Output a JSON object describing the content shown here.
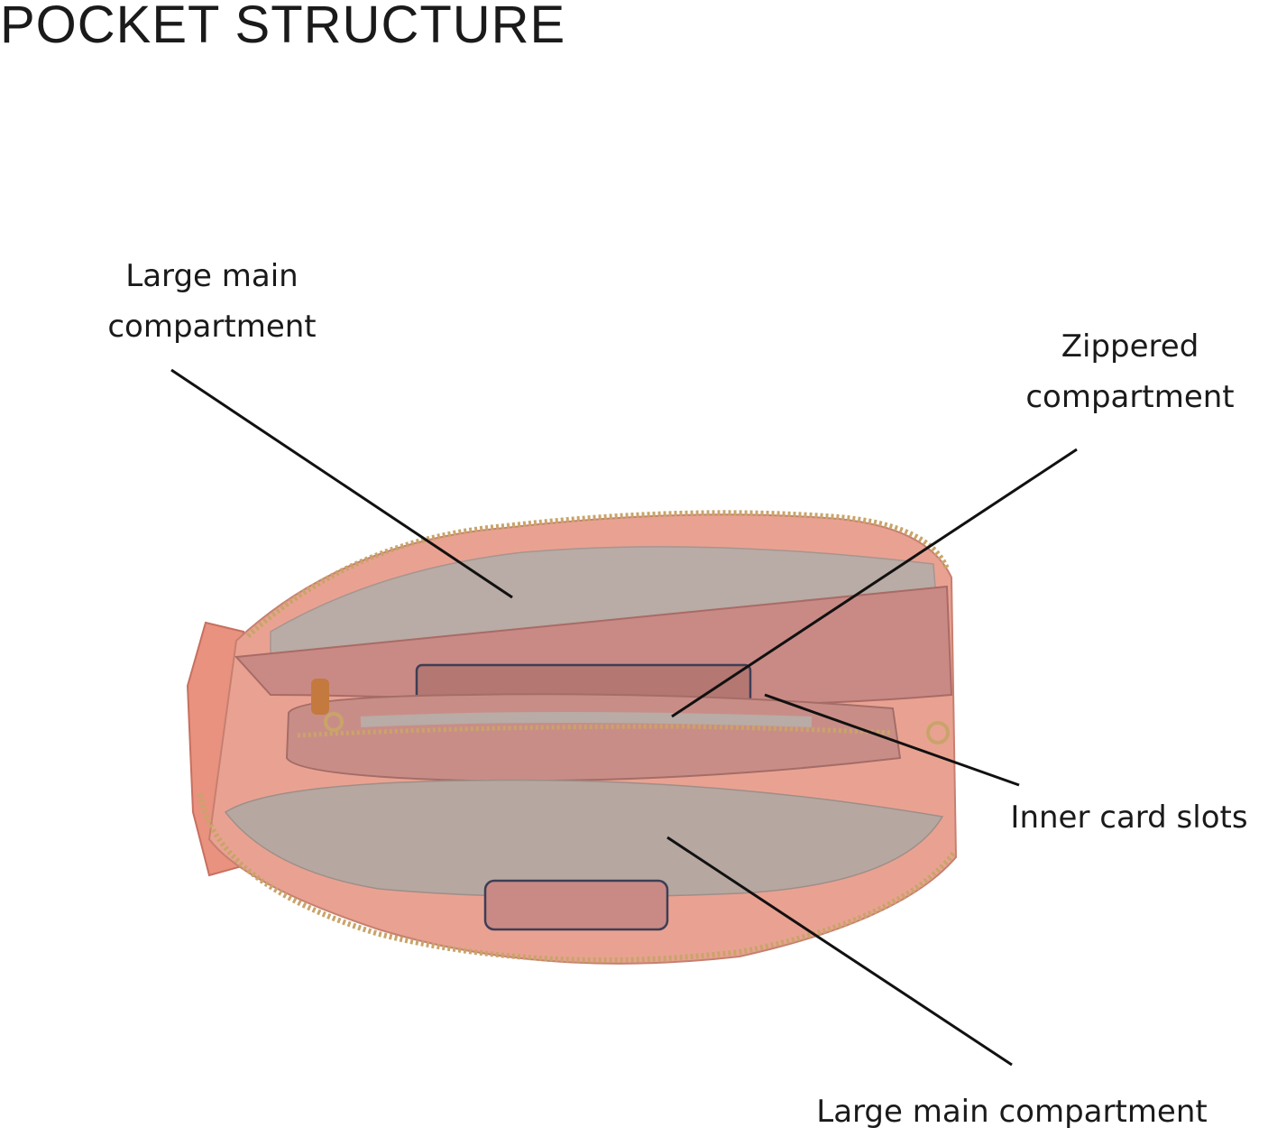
{
  "title": "POCKET STRUCTURE",
  "labels": {
    "top_main": [
      "Large main",
      "compartment"
    ],
    "zippered": [
      "Zippered",
      "compartment"
    ],
    "inner_cards": "Inner card slots",
    "bottom_main": "Large main compartment"
  },
  "colors": {
    "bag_outer": "#e9a292",
    "bag_panel": "#c98a85",
    "lining": "#b9aba5",
    "zipper": "#c9a46a",
    "leader_line": "#111111"
  }
}
